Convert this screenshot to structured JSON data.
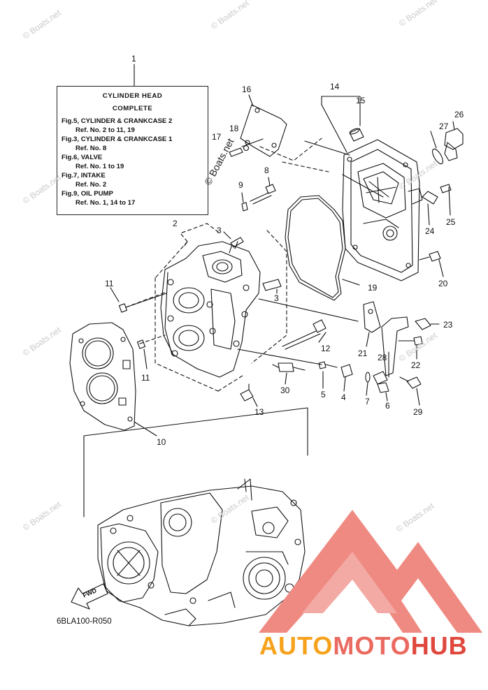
{
  "diagram": {
    "code": "6BLA100-R050",
    "fwd_label": "FWD",
    "watermark_main": "© Boats.net",
    "watermark_faint": "© Boats.net",
    "info_box": {
      "title_line1": "CYLINDER  HEAD",
      "title_line2": "COMPLETE",
      "lines": [
        {
          "text": "Fig.5, CYLINDER & CRANKCASE 2",
          "indent": false
        },
        {
          "text": "Ref. No. 2 to 11, 19",
          "indent": true
        },
        {
          "text": "Fig.3, CYLINDER & CRANKCASE 1",
          "indent": false
        },
        {
          "text": "Ref. No. 8",
          "indent": true
        },
        {
          "text": "Fig.6, VALVE",
          "indent": false
        },
        {
          "text": "Ref. No. 1 to 19",
          "indent": true
        },
        {
          "text": "Fig.7, INTAKE",
          "indent": false
        },
        {
          "text": "Ref. No. 2",
          "indent": true
        },
        {
          "text": "Fig.9, OIL PUMP",
          "indent": false
        },
        {
          "text": "Ref. No. 1, 14 to 17",
          "indent": true
        }
      ]
    },
    "callouts": [
      "1",
      "2",
      "3",
      "3",
      "4",
      "5",
      "6",
      "7",
      "8",
      "9",
      "10",
      "11",
      "11",
      "12",
      "13",
      "14",
      "15",
      "16",
      "17",
      "18",
      "19",
      "20",
      "21",
      "22",
      "23",
      "24",
      "25",
      "26",
      "27",
      "28",
      "29",
      "30"
    ]
  },
  "brand": {
    "part1": "AUTO",
    "part2": "MOTO",
    "part3": "HUB",
    "colors": {
      "auto": "#f6a21c",
      "moto": "#ea6a60",
      "hub": "#e0483d",
      "mark": "#ef8a82"
    }
  }
}
